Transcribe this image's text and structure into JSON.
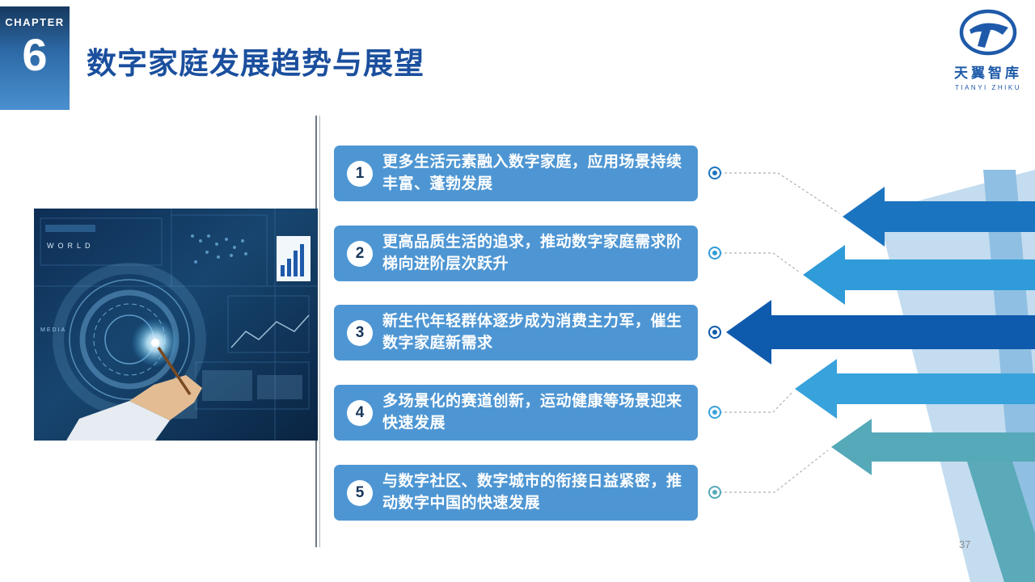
{
  "slide": {
    "chapter_label": "CHAPTER",
    "chapter_number": "6",
    "title": "数字家庭发展趋势与展望",
    "page_number": "37"
  },
  "logo": {
    "name_cn": "天翼智库",
    "name_en": "TIANYI ZHIKU"
  },
  "theme": {
    "title_color": "#1B4F9E",
    "box_bg": "#4E96D3",
    "number_color": "#16365C",
    "ribbon_pale": "#C3DCEF",
    "ribbon_medium": "#8FBFE2",
    "ribbon_teal": "#5AAAB9"
  },
  "image": {
    "label_world": "WORLD",
    "label_media": "MEDIA"
  },
  "trends": [
    {
      "number": "1",
      "text": "更多生活元素融入数字家庭，应用场景持续丰富、蓬勃发展",
      "color": "#1B74C0"
    },
    {
      "number": "2",
      "text": "更高品质生活的追求，推动数字家庭需求阶梯向进阶层次跃升",
      "color": "#2F9BD8"
    },
    {
      "number": "3",
      "text": "新生代年轻群体逐步成为消费主力军，催生数字家庭新需求",
      "color": "#0E5AAD"
    },
    {
      "number": "4",
      "text": "多场景化的赛道创新，运动健康等场景迎来快速发展",
      "color": "#38A2DC"
    },
    {
      "number": "5",
      "text": "与数字社区、数字城市的衔接日益紧密，推动数字中国的快速发展",
      "color": "#56A9B8"
    }
  ]
}
